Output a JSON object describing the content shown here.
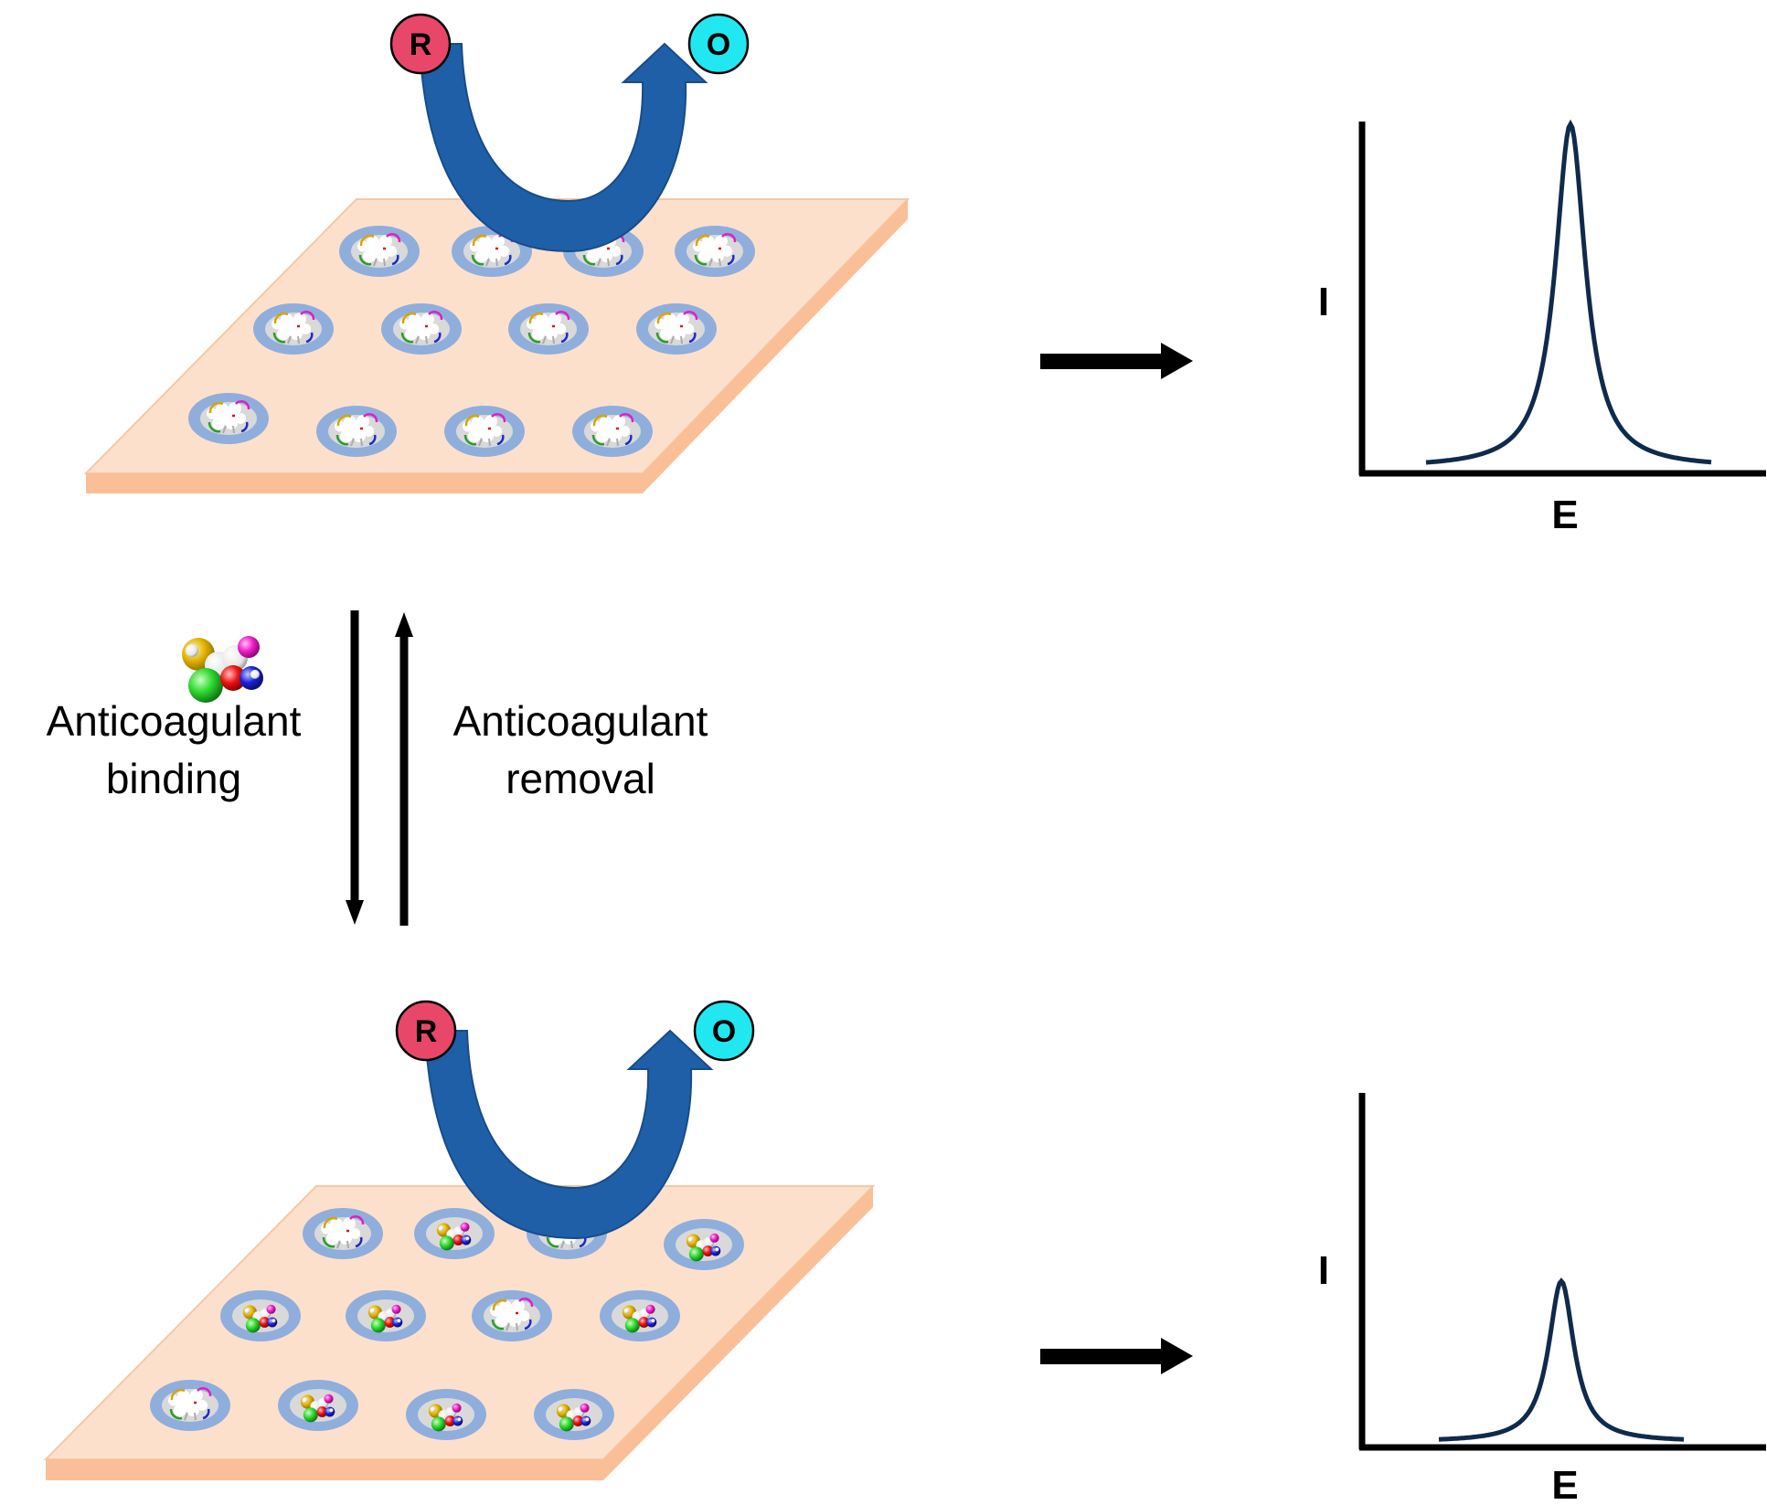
{
  "top_panel": {
    "reduced_label": "R",
    "oxidized_label": "O",
    "bound_sites": []
  },
  "bottom_panel": {
    "reduced_label": "R",
    "oxidized_label": "O",
    "bound_sites": [
      1,
      3,
      4,
      5,
      7,
      9,
      10,
      11
    ]
  },
  "middle": {
    "binding_line1": "Anticoagulant",
    "binding_line2": "binding",
    "removal_line1": "Anticoagulant",
    "removal_line2": "removal"
  },
  "top_plot": {
    "y_axis_label": "I",
    "x_axis_label": "E",
    "peak_height": 1.0
  },
  "bottom_plot": {
    "y_axis_label": "I",
    "x_axis_label": "E",
    "peak_height": 0.5
  },
  "colors": {
    "electrode_top": "#fde0cc",
    "electrode_side": "#fbbf98",
    "cavity_ring": "#8faedc",
    "reduced_circle": "#e8476a",
    "oxidized_circle": "#21e8f0",
    "redox_arrow": "#1f5fa8",
    "peak_curve": "#102a4c"
  },
  "icons": [
    "anticoagulant-molecule-icon",
    "redox-arrow-icon",
    "process-arrow-icon"
  ]
}
